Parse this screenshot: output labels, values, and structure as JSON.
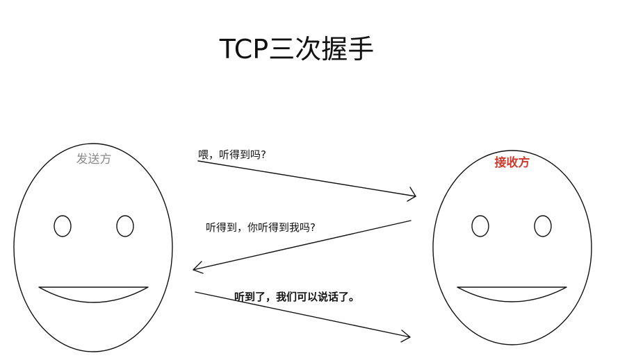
{
  "title": "TCP三次握手",
  "sender": {
    "label": "发送方",
    "color": "#8a8a8a"
  },
  "receiver": {
    "label": "接收方",
    "color": "#cc3b2e"
  },
  "messages": [
    {
      "text": "喂，听得到吗?",
      "direction": "sender-to-receiver"
    },
    {
      "text": "听得到，你听得到我吗?",
      "direction": "receiver-to-sender"
    },
    {
      "text": "听到了，我们可以说话了。",
      "direction": "sender-to-receiver"
    }
  ]
}
